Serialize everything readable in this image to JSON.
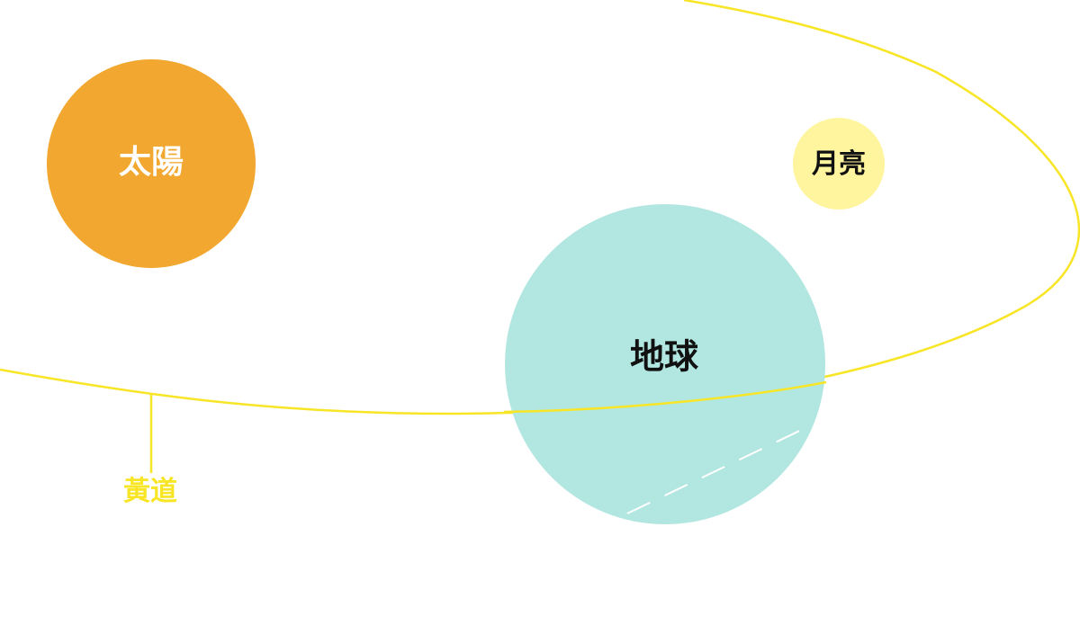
{
  "labels": {
    "sun": "太陽",
    "moon": "月亮",
    "earth": "地球",
    "ecliptic": "黃道"
  },
  "colors": {
    "sun": "#F2A830",
    "moon": "#FFF59E",
    "earth": "#B2E6E0",
    "ecliptic": "#F7E526",
    "sun_text": "#FFFFFF",
    "dark_text": "#111111",
    "equator_dash": "#FFFFFF",
    "background": "#FFFFFF"
  }
}
